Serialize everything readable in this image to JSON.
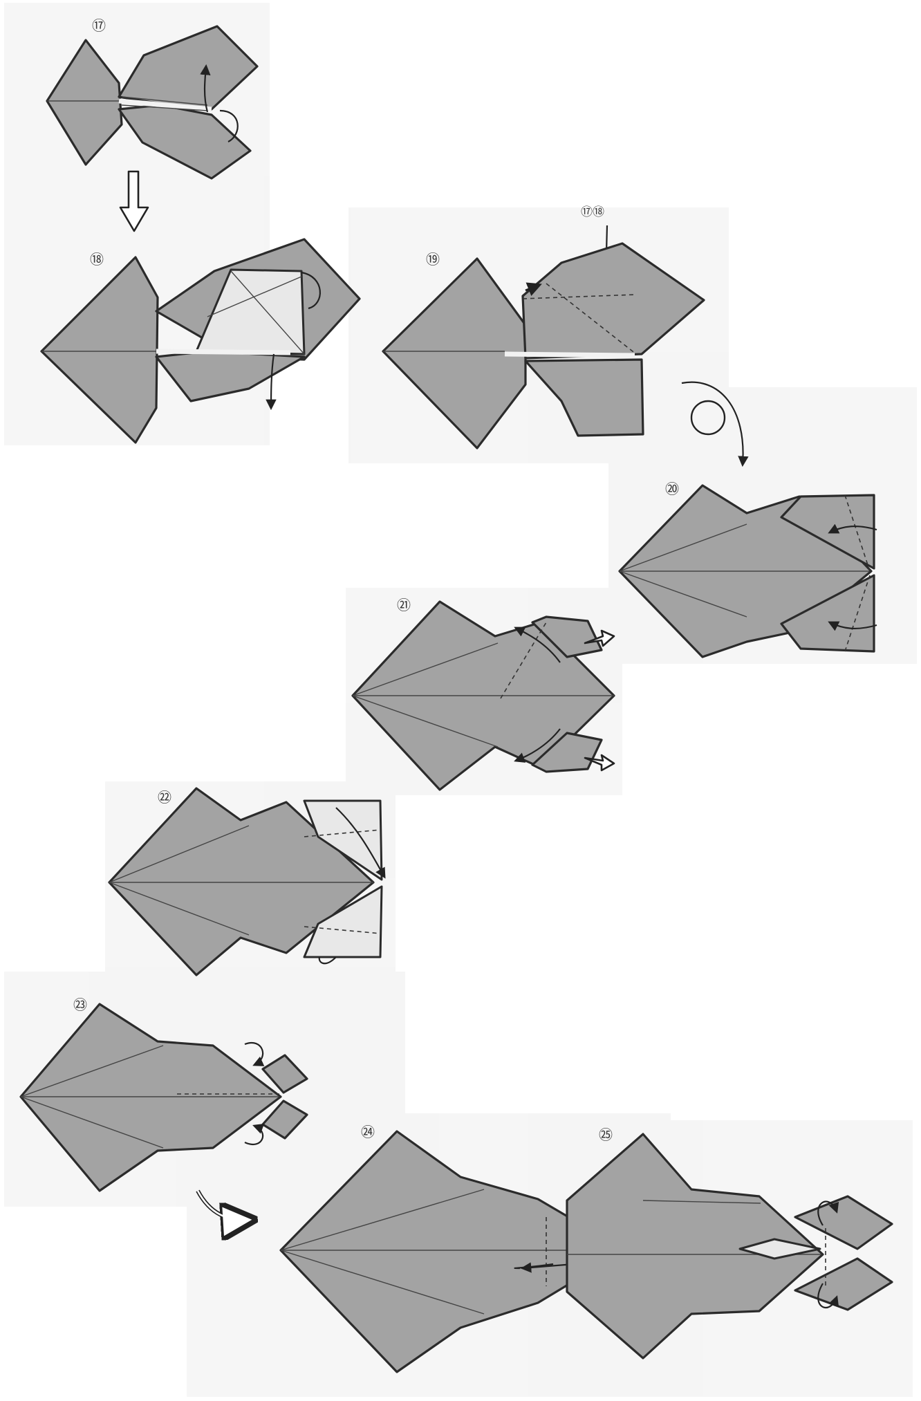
{
  "diagram": {
    "steps": [
      {
        "id": "17",
        "label": "⑰"
      },
      {
        "id": "18",
        "label": "⑱"
      },
      {
        "id": "19",
        "label": "⑲"
      },
      {
        "id": "20",
        "label": "⑳"
      },
      {
        "id": "21",
        "label": "㉑"
      },
      {
        "id": "22",
        "label": "㉒"
      },
      {
        "id": "23",
        "label": "㉓"
      },
      {
        "id": "24",
        "label": "㉔"
      },
      {
        "id": "25",
        "label": "㉕"
      }
    ],
    "reference_label": "⑰⑱"
  }
}
